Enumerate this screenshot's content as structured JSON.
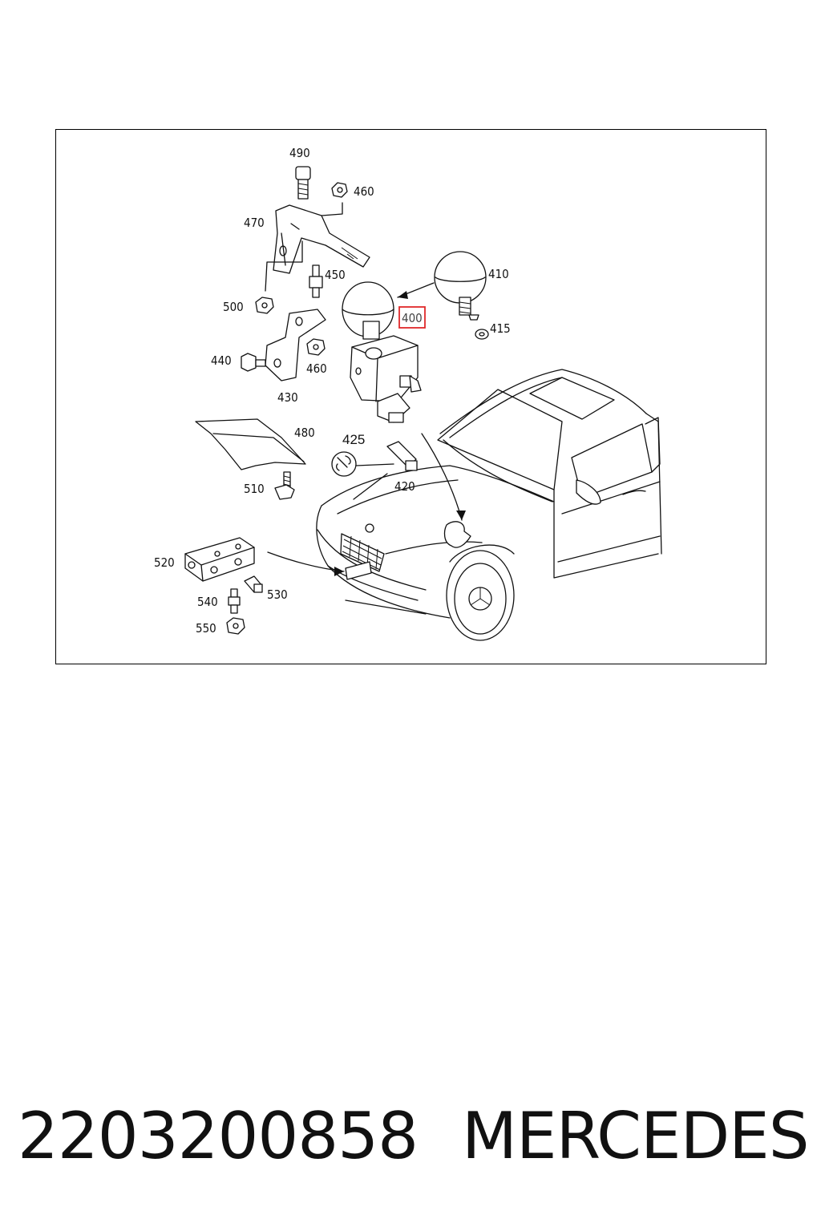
{
  "diagram": {
    "highlight_color": "#e0282a",
    "highlighted_part": "400",
    "labels": {
      "p490": "490",
      "p460a": "460",
      "p470": "470",
      "p450": "450",
      "p500": "500",
      "p410": "410",
      "p400": "400",
      "p415": "415",
      "p440": "440",
      "p460b": "460",
      "p430": "430",
      "p480": "480",
      "p425": "425",
      "p420": "420",
      "p510": "510",
      "p520": "520",
      "p540": "540",
      "p530": "530",
      "p550": "550"
    }
  },
  "footer": {
    "part_number": "2203200858",
    "brand": "MERCEDES"
  }
}
